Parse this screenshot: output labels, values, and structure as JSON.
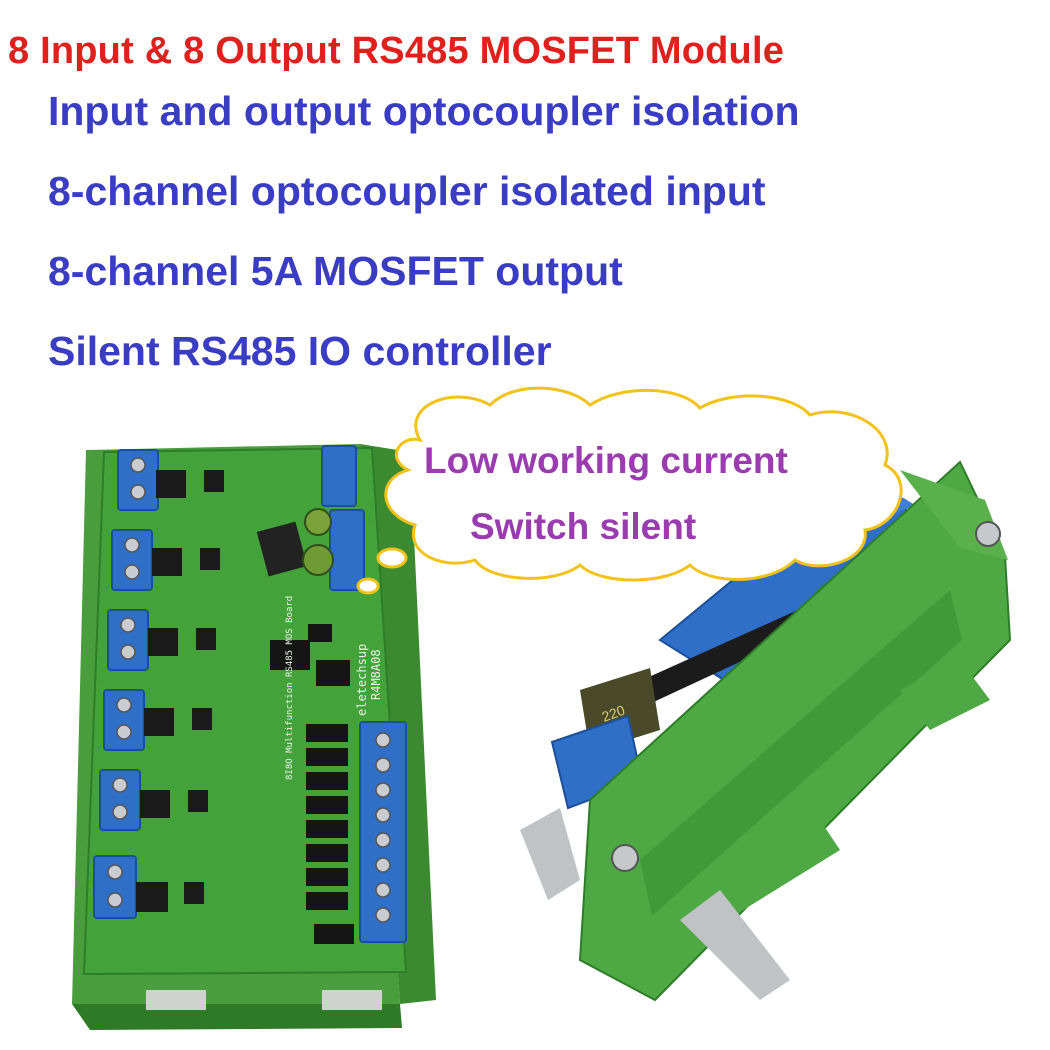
{
  "header": {
    "title": "8 Input & 8 Output RS485 MOSFET Module",
    "features": [
      "Input and output optocoupler isolation",
      "8-channel optocoupler isolated input",
      "8-channel 5A MOSFET output",
      "Silent RS485 IO controller"
    ]
  },
  "callout": {
    "lines": [
      "Low working current",
      "Switch silent"
    ]
  },
  "board": {
    "silkscreen": [
      "8I8O Multifunction RS485 MOS Board",
      "eletechsup",
      "R4M8A08"
    ],
    "capacitor_label": "220"
  },
  "colors": {
    "title": "#e0201c",
    "features": "#3a3cc4",
    "callout": "#9a3bb0",
    "cloud_outline": "#f2c21a",
    "pcb": "#3f9a3a",
    "din_case": "#5ab04a",
    "terminal": "#2f6fc8"
  }
}
